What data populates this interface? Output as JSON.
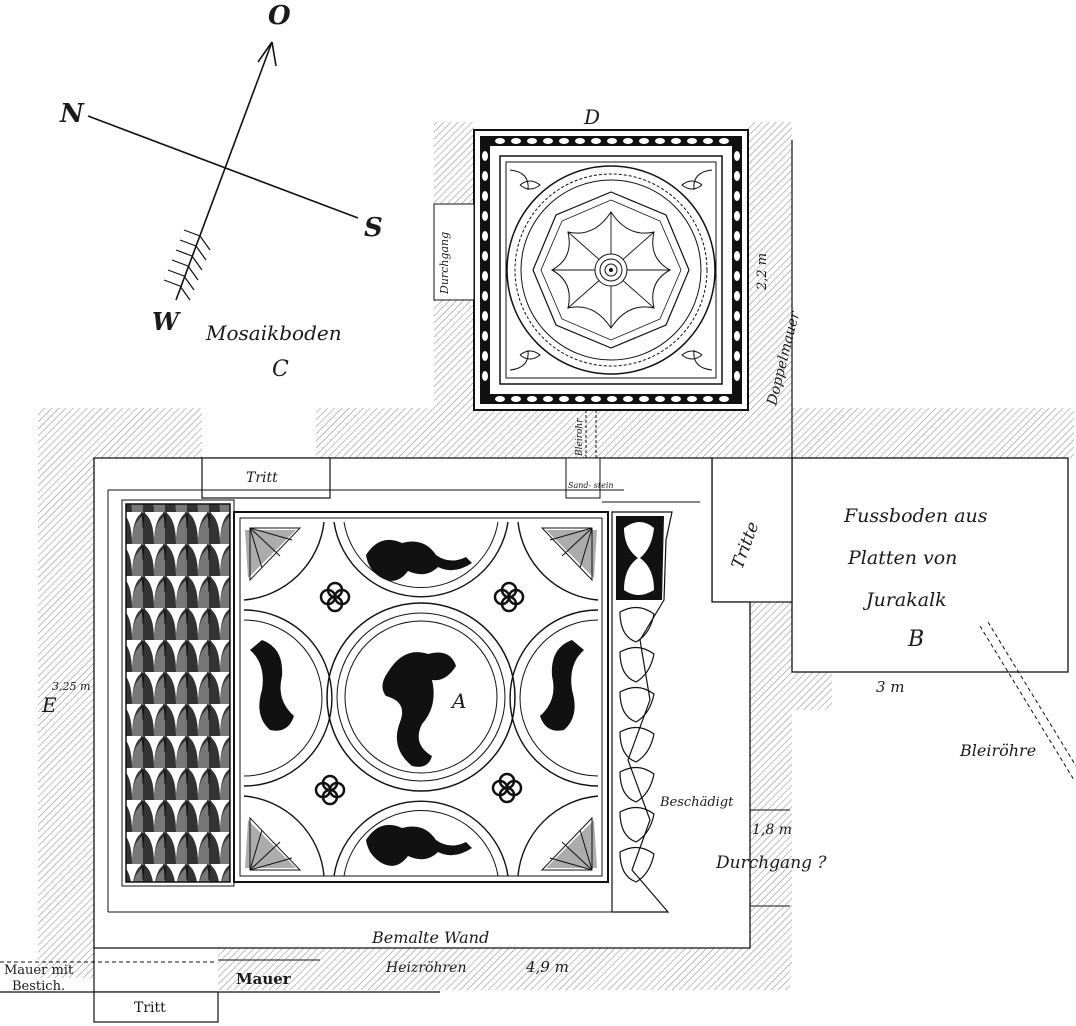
{
  "compass": {
    "north": "N",
    "east": "O",
    "south": "S",
    "west": "W"
  },
  "labels": {
    "mosaikboden": "Mosaikboden",
    "room_c": "C",
    "room_d": "D",
    "durchgang_top": "Durchgang",
    "dim_d": "2,2 m",
    "doppelmauer": "Doppelmauer",
    "bleirohr_small": "Bleirohr",
    "sandstein": "Sand- stein",
    "tritt_top": "Tritt",
    "tritte": "Tritte",
    "fussboden_1": "Fussboden aus",
    "fussboden_2": "Platten von",
    "fussboden_3": "Jurakalk",
    "room_b": "B",
    "dim_b": "3 m",
    "bleirohre": "Bleiröhre",
    "dim_e": "3,25 m",
    "room_e": "E",
    "room_a": "A",
    "beschaedigt": "Beschädigt",
    "dim_passage": "1,8 m",
    "durchgang_q": "Durchgang ?",
    "bemalte_wand": "Bemalte Wand",
    "heizroehren": "Heizröhren",
    "dim_a": "4,9 m",
    "mauer": "Mauer",
    "mauer_mit": "Mauer mit",
    "bestich": "Bestich.",
    "tritt_bottom": "Tritt"
  },
  "colors": {
    "ink": "#1a1a1a",
    "hatch": "#9a9a9a",
    "paper": "#ffffff"
  }
}
